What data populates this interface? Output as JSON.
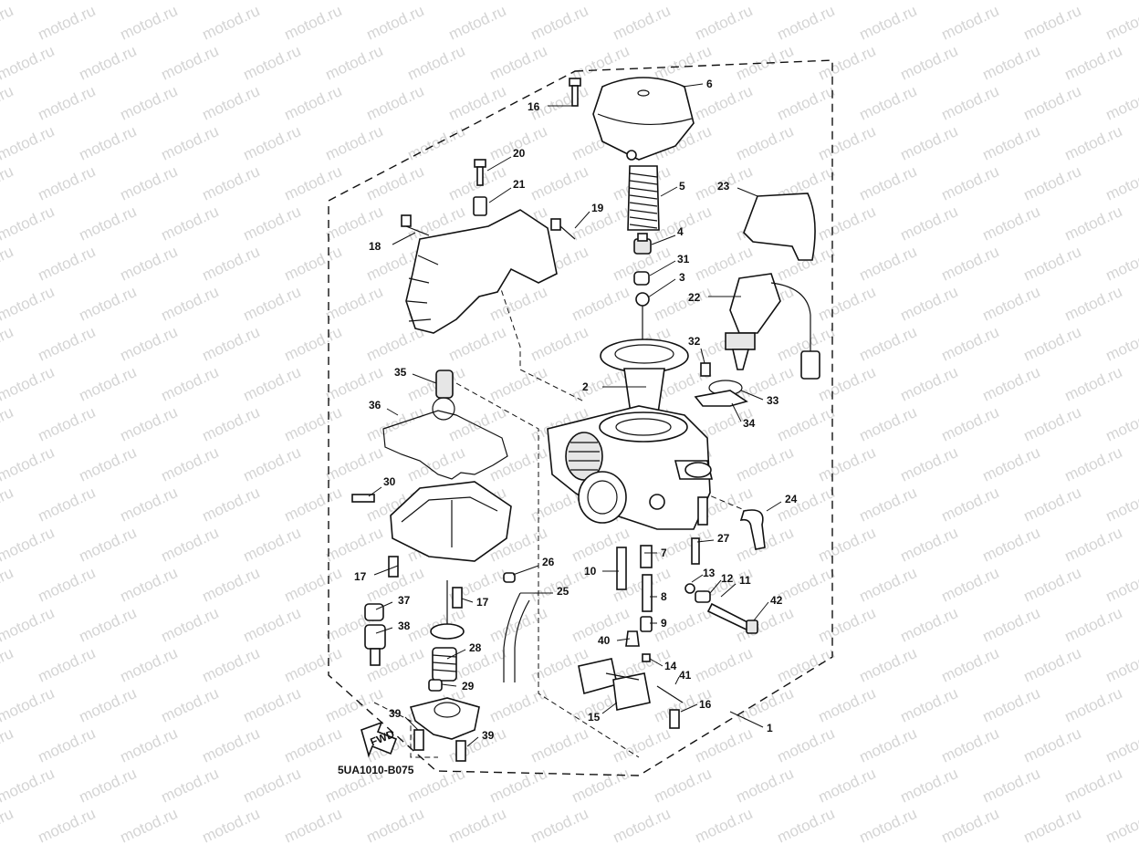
{
  "watermark": {
    "text": "motod.ru"
  },
  "diagram": {
    "code": "5UA1010-B075",
    "fwd_label": "FWD",
    "labels": [
      "1",
      "2",
      "3",
      "4",
      "5",
      "6",
      "7",
      "8",
      "9",
      "10",
      "11",
      "12",
      "13",
      "14",
      "15",
      "16",
      "16",
      "17",
      "17",
      "18",
      "19",
      "20",
      "21",
      "22",
      "23",
      "24",
      "25",
      "26",
      "27",
      "28",
      "29",
      "30",
      "31",
      "32",
      "33",
      "34",
      "35",
      "36",
      "37",
      "38",
      "39",
      "39",
      "40",
      "41",
      "42"
    ]
  }
}
